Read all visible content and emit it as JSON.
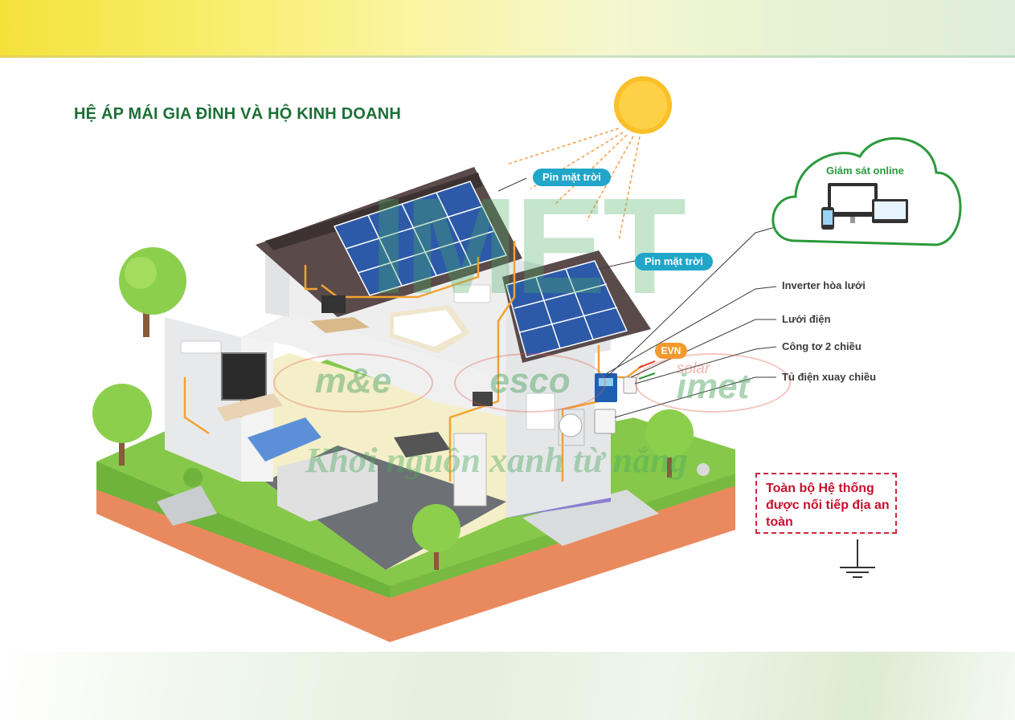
{
  "title": "HỆ ÁP MÁI GIA ĐÌNH VÀ HỘ KINH DOANH",
  "labels": {
    "solar_panel_1": "Pin mặt trời",
    "solar_panel_2": "Pin mặt trời",
    "monitoring": "Giám sát online",
    "inverter": "Inverter hòa lưới",
    "grid": "Lưới điện",
    "meter": "Công tơ 2 chiều",
    "cabinet": "Tủ điện xuay chiều",
    "evn": "EVN"
  },
  "safety_note": "Toàn bộ Hệ thống được nối tiếp địa an toàn",
  "watermark": {
    "brand": "IMET",
    "tagline": "Khơi nguồn xanh từ nắng",
    "logo_me": "m&e",
    "logo_esco": "esco",
    "logo_solar": "solar",
    "logo_imet": "imet"
  },
  "colors": {
    "title": "#1c6f36",
    "pill": "#21a6c9",
    "evn": "#f29a2e",
    "safety": "#c8102e",
    "grass": "#7cc043",
    "soil": "#e98a5e"
  },
  "icons": [
    "sun-icon",
    "cloud-icon",
    "monitor-icon",
    "ground-icon",
    "tree-icon"
  ]
}
